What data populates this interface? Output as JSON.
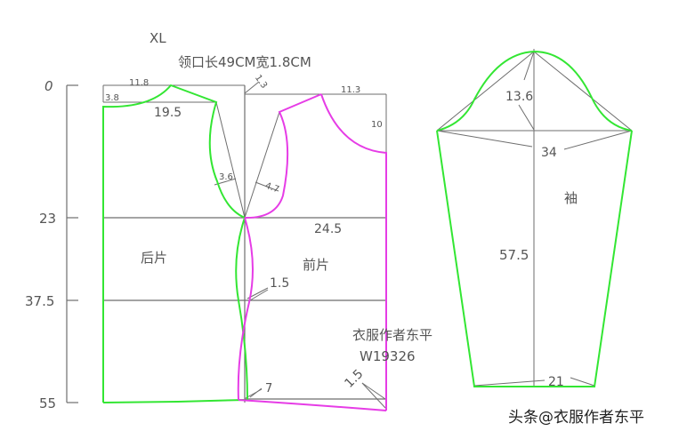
{
  "header": {
    "size_label": "XL",
    "collar_note": "领口长49CM宽1.8CM"
  },
  "axis": {
    "ticks": [
      "0",
      "23",
      "37.5",
      "55"
    ]
  },
  "bodice": {
    "back_label": "后片",
    "front_label": "前片",
    "back_shoulder_width": "11.8",
    "back_neck_depth": "3.8",
    "back_half_shoulder": "19.5",
    "back_armhole_depth": "3.6",
    "shoulder_offset": "1.3",
    "front_neck_width": "11.3",
    "front_neck_depth": "10",
    "front_armhole_depth": "4.7",
    "bust_width": "24.5",
    "waist_suppression": "1.5",
    "hem_side": "7",
    "hem_front_drop": "1.5"
  },
  "sleeve": {
    "label": "袖",
    "cap_height": "13.6",
    "bicep_width": "34",
    "length": "57.5",
    "cuff_width": "21"
  },
  "credit": {
    "author": "衣服作者东平",
    "code": "W19326",
    "watermark": "头条@衣服作者东平"
  },
  "colors": {
    "back_piece": "#33e633",
    "front_piece": "#e63ce6",
    "sleeve": "#33e633",
    "construction_lines": "#6e6e6e",
    "text": "#555555"
  }
}
